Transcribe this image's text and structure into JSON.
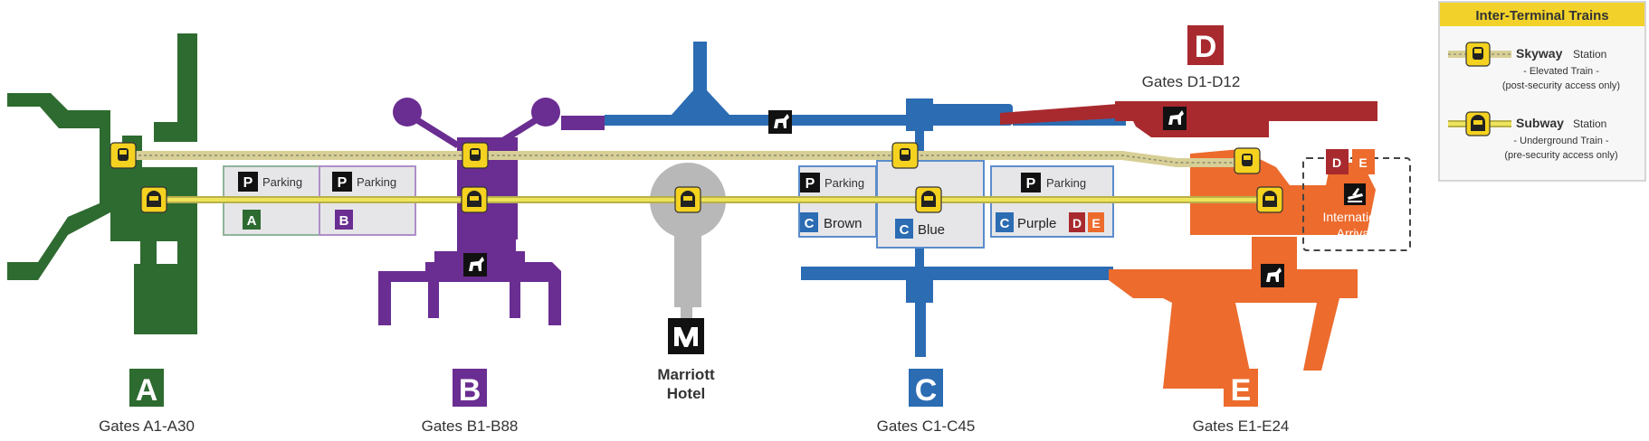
{
  "terminals": [
    {
      "key": "A",
      "letter": "A",
      "gates_label": "Gates A1-A30",
      "color": "#2e6b30"
    },
    {
      "key": "B",
      "letter": "B",
      "gates_label": "Gates B1-B88",
      "color": "#6a2d91"
    },
    {
      "key": "C",
      "letter": "C",
      "gates_label": "Gates C1-C45",
      "color": "#2b6cb3"
    },
    {
      "key": "D",
      "letter": "D",
      "gates_label": "Gates D1-D12",
      "color": "#a82a2e"
    },
    {
      "key": "E",
      "letter": "E",
      "gates_label": "Gates E1-E24",
      "color": "#ec6b2d"
    }
  ],
  "hotel": {
    "line1": "Marriott",
    "line2": "Hotel",
    "color": "#b8b8b8"
  },
  "parking": {
    "letter": "P",
    "label": "Parking"
  },
  "halls": {
    "a": "A",
    "b": "B",
    "c_brown": {
      "letter": "C",
      "label": "Brown"
    },
    "c_blue": {
      "letter": "C",
      "label": "Blue"
    },
    "c_purple": {
      "letter": "C",
      "label": "Purple",
      "extra1": "D",
      "extra2": "E"
    }
  },
  "international": {
    "badge1": "D",
    "badge2": "E",
    "line1": "International",
    "line2": "Arrivals"
  },
  "legend": {
    "title": "Inter-Terminal Trains",
    "title_bg": "#f2d22a",
    "skyway_name": "Skyway",
    "skyway_suffix": "Station",
    "skyway_desc1": "- Elevated Train -",
    "skyway_desc2": "(post-security access only)",
    "subway_name": "Subway",
    "subway_suffix": "Station",
    "subway_desc1": "- Underground Train -",
    "subway_desc2": "(pre-security access only)"
  },
  "icons": {
    "skyway_station": "skyway-train-icon",
    "subway_station": "subway-train-icon",
    "pet_relief": "pet-relief-icon",
    "arrivals": "plane-arrival-icon",
    "parking": "parking-icon",
    "hotel": "marriott-logo-icon"
  },
  "colors": {
    "track": "#e6d83a",
    "skyway_track": "#d8cf96",
    "station_fill": "#f4d21f",
    "hall_fill": "#eaeaec"
  }
}
